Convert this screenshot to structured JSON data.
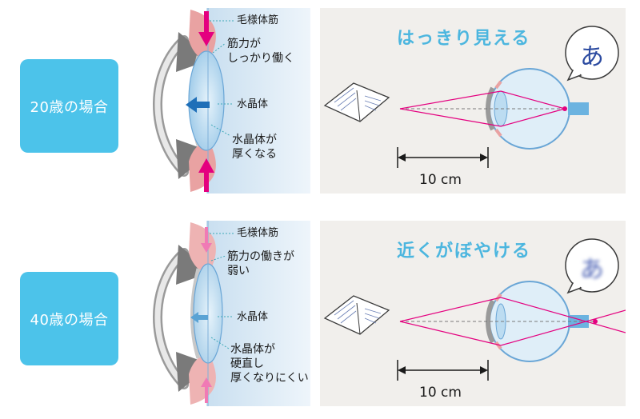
{
  "rows": [
    {
      "age_label": "20歳の場合",
      "labels": {
        "ciliary": "毛様体筋",
        "muscle_line1": "筋力が",
        "muscle_line2": "しっかり働く",
        "lens": "水晶体",
        "lens_state_line1": "水晶体が",
        "lens_state_line2": "厚くなる"
      },
      "heading": "はっきり見える",
      "distance": "10 cm",
      "bubble_char": "あ"
    },
    {
      "age_label": "40歳の場合",
      "labels": {
        "ciliary": "毛様体筋",
        "muscle_line1": "筋力の働きが",
        "muscle_line2": "弱い",
        "lens": "水晶体",
        "lens_state_line1": "水晶体が",
        "lens_state_line2": "硬直し",
        "lens_state_line3": "厚くなりにくい"
      },
      "heading": "近くがぼやける",
      "distance": "10 cm",
      "bubble_char": "あ"
    }
  ],
  "colors": {
    "age_box": "#4cc3ea",
    "heading": "#4cb6df",
    "ray": "#e4007f",
    "arrow_strong": "#e4007f",
    "arrow_weak": "#f07ab5",
    "lens_arrow_strong": "#1f6fb8",
    "lens_arrow_weak": "#5aa3d4",
    "scene_bg": "#f1efec",
    "eye_panel_bg": "#dcebf6"
  },
  "icons": [
    "open-book-icon",
    "eyeball-icon",
    "speech-bubble-icon"
  ]
}
